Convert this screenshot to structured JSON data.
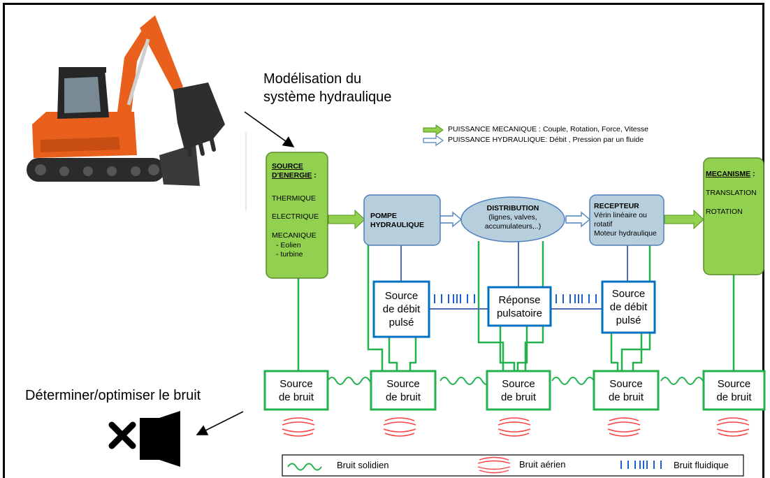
{
  "captions": {
    "model_line1": "Modélisation du",
    "model_line2": "système hydraulique",
    "noise_goal": "Déterminer/optimiser le bruit"
  },
  "power_legend": {
    "mechanical": "PUISSANCE MECANIQUE : Couple, Rotation, Force, Vitesse",
    "hydraulic": "PUISSANCE HYDRAULIQUE: Débit , Pression  par un fluide"
  },
  "source_energie": {
    "title_line1": "SOURCE",
    "title_line2": "D'ENERGIE",
    "title_colon": " :",
    "items": [
      "THERMIQUE",
      "ELECTRIQUE",
      "MECANIQUE",
      "- Eolien",
      "- turbine"
    ]
  },
  "pompe": {
    "line1": "POMPE",
    "line2": "HYDRAULIQUE"
  },
  "distribution": {
    "title": "DISTRIBUTION",
    "line1": "(lignes, valves,",
    "line2": "accumulateurs,..)"
  },
  "recepteur": {
    "title": "RECEPTEUR",
    "line1": "Vérin linéaire ou",
    "line2": "rotatif",
    "line3": "Moteur hydraulique"
  },
  "mecanisme": {
    "title": "MECANISME",
    "title_colon": " :",
    "items": [
      "TRANSLATION",
      "ROTATION"
    ]
  },
  "debit_source": {
    "line1": "Source",
    "line2": "de débit",
    "line3": "pulsé"
  },
  "reponse": {
    "line1": "Réponse",
    "line2": "pulsatoire"
  },
  "noise_source": {
    "line1": "Source",
    "line2": "de bruit"
  },
  "legend": {
    "solid": "Bruit solidien",
    "air": "Bruit aérien",
    "fluid": "Bruit fluidique"
  },
  "colors": {
    "green_fill": "#92d050",
    "green_line": "#22b14c",
    "blue_box": "#0070c0",
    "grey_blue_fill": "#b7cfdd",
    "red_wave": "#ff4040",
    "excavator_orange": "#e8601c"
  }
}
